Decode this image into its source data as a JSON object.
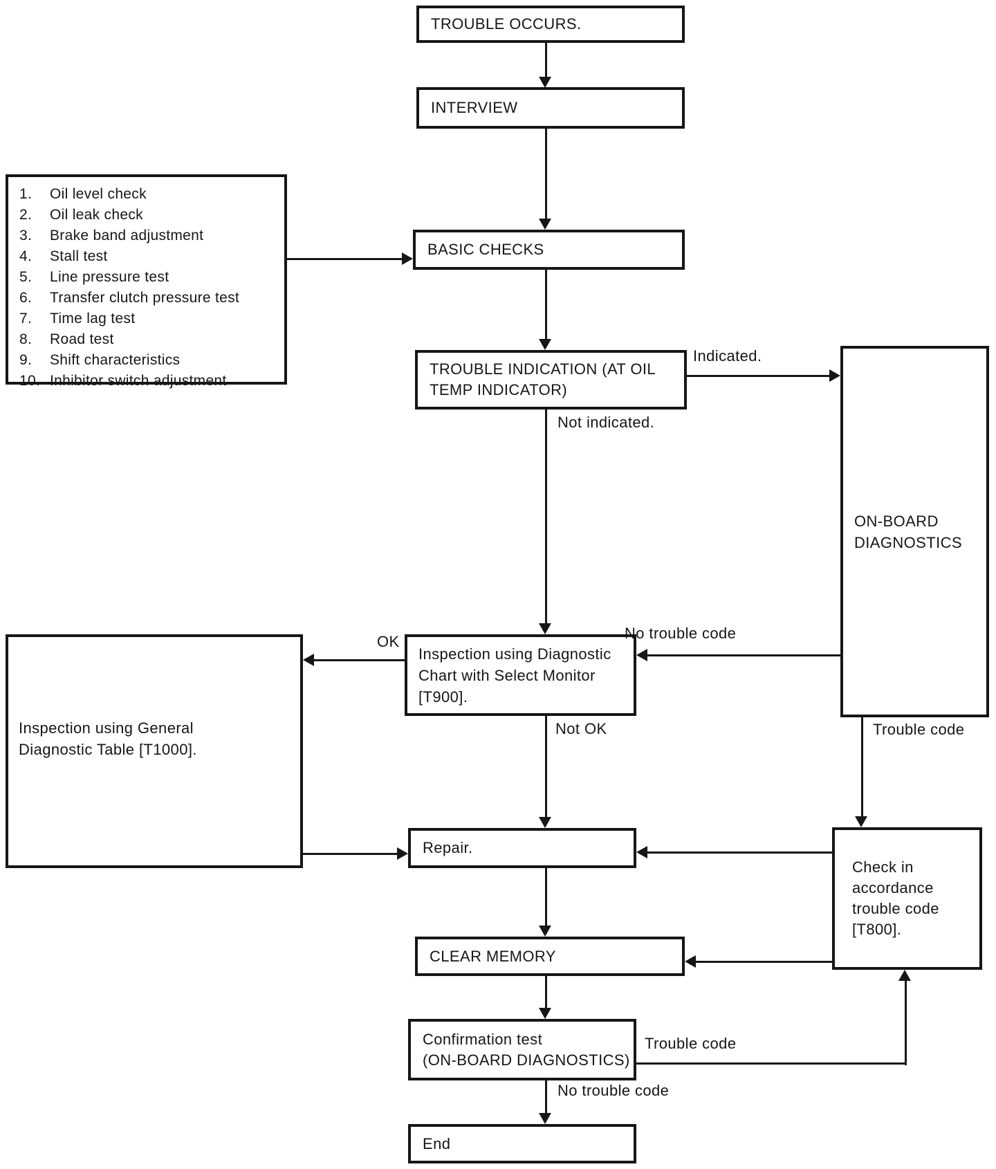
{
  "page": {
    "background": "#ffffff",
    "ink": "#161616"
  },
  "flowchart": {
    "nodes": {
      "trouble_occurs": {
        "label": "TROUBLE OCCURS."
      },
      "interview": {
        "label": "INTERVIEW"
      },
      "basic_checks": {
        "label": "BASIC CHECKS"
      },
      "trouble_indication": {
        "lines": [
          "TROUBLE INDICATION (AT OIL",
          "TEMP INDICATOR)"
        ]
      },
      "onboard_diagnostics": {
        "lines": [
          "ON-BOARD",
          "DIAGNOSTICS"
        ]
      },
      "inspection_select_monitor": {
        "lines": [
          "Inspection using Diagnostic",
          "Chart with Select Monitor",
          "[T900]."
        ]
      },
      "general_diagnostic_table": {
        "lines": [
          "Inspection using General",
          "Diagnostic Table [T1000]."
        ]
      },
      "repair": {
        "label": "Repair."
      },
      "check_trouble_code": {
        "lines": [
          "Check in",
          "accordance",
          "trouble code",
          "[T800]."
        ]
      },
      "clear_memory": {
        "label": "CLEAR MEMORY"
      },
      "confirmation_test": {
        "lines": [
          "Confirmation test",
          "(ON-BOARD DIAGNOSTICS)"
        ]
      },
      "end": {
        "label": "End"
      }
    },
    "checklist": {
      "items": [
        {
          "num": "1.",
          "text": "Oil level check"
        },
        {
          "num": "2.",
          "text": "Oil leak check"
        },
        {
          "num": "3.",
          "text": "Brake band adjustment"
        },
        {
          "num": "4.",
          "text": "Stall test"
        },
        {
          "num": "5.",
          "text": "Line pressure test"
        },
        {
          "num": "6.",
          "text": "Transfer clutch pressure test"
        },
        {
          "num": "7.",
          "text": "Time lag test"
        },
        {
          "num": "8.",
          "text": "Road test"
        },
        {
          "num": "9.",
          "text": "Shift characteristics"
        },
        {
          "num": "10.",
          "text": "Inhibitor switch adjustment"
        }
      ]
    },
    "edge_labels": {
      "indicated": "Indicated.",
      "not_indicated": "Not indicated.",
      "no_trouble_code_upper": "No trouble code",
      "ok": "OK",
      "not_ok": "Not OK",
      "trouble_code_upper": "Trouble code",
      "trouble_code_lower": "Trouble code",
      "no_trouble_code_lower": "No trouble code"
    }
  }
}
